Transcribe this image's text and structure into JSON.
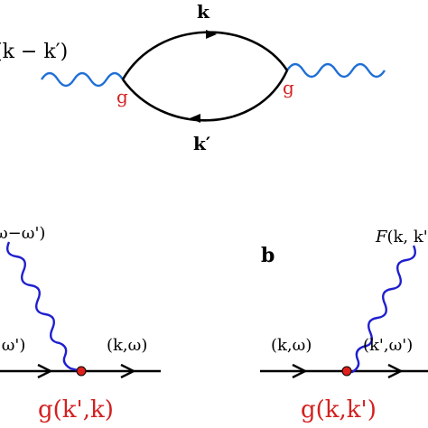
{
  "colors": {
    "photon_top": "#1f6fd6",
    "photon_bottom": "#1f1fcf",
    "vertex_label": "#d42020",
    "vertex_dot": "#e0201c",
    "line": "#000000"
  },
  "top_diagram": {
    "left_label": "(k − k′)",
    "upper_momentum": "k",
    "lower_momentum": "k′",
    "left_vertex": "g",
    "right_vertex": "g"
  },
  "bottom_left": {
    "top_label": "ω−ω')",
    "left_momentum": ",ω')",
    "right_momentum": "(k,ω)",
    "vertex_label": "g(k',k)"
  },
  "bottom_right": {
    "panel_letter": "b",
    "top_label_F": "F",
    "top_label_args": "(k, k'",
    "left_momentum": "(k,ω)",
    "right_momentum": "(k',ω')",
    "vertex_label": "g(k,k')"
  }
}
